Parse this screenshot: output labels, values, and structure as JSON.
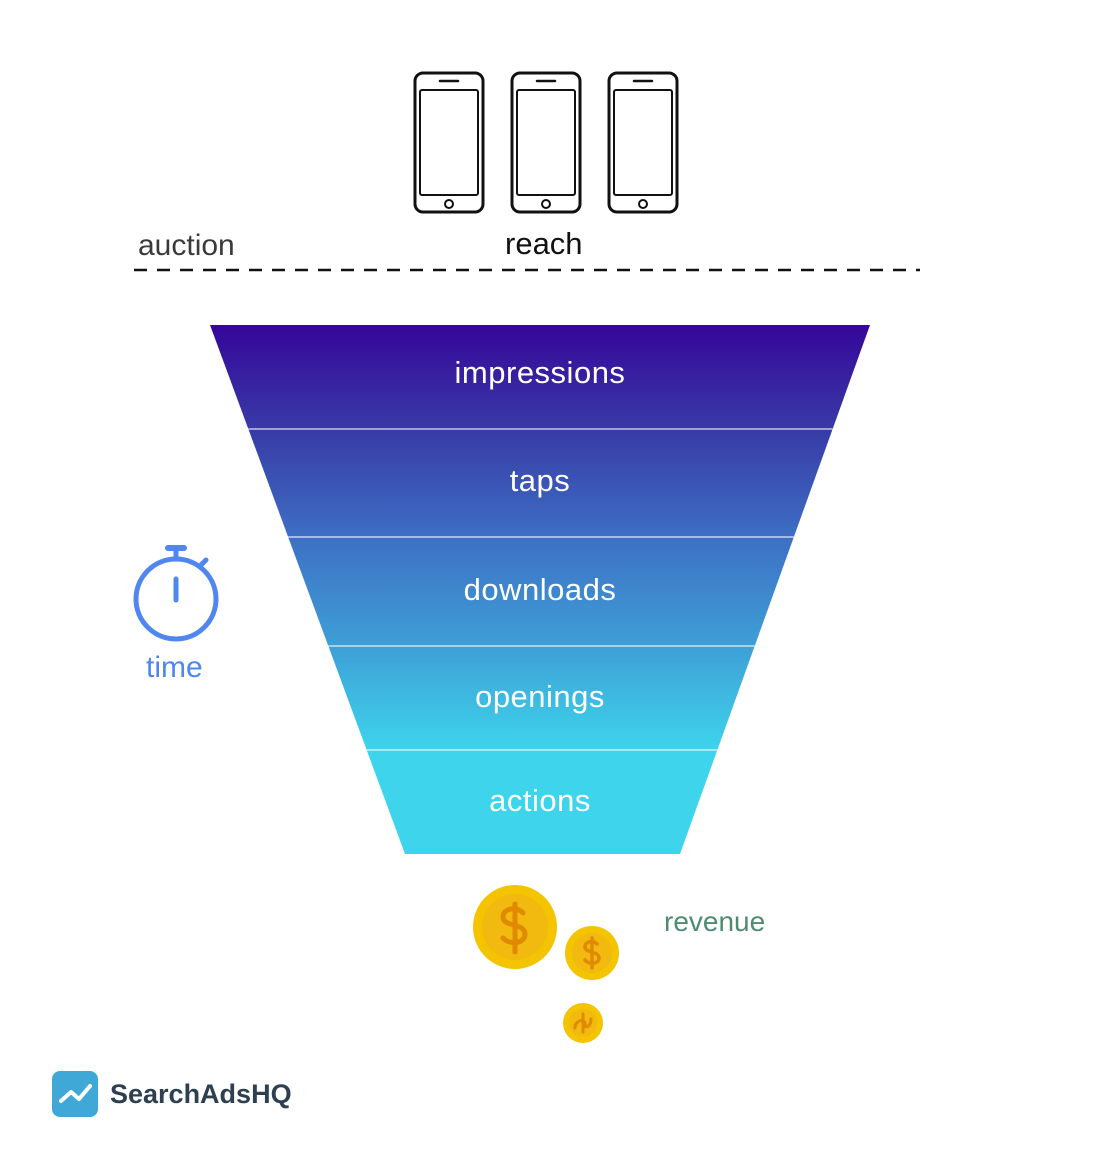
{
  "top": {
    "reach_label": "reach",
    "auction_label": "auction"
  },
  "funnel": {
    "stages": [
      {
        "label": "impressions",
        "color": "#36069a"
      },
      {
        "label": "taps",
        "color": "#383aa6"
      },
      {
        "label": "downloads",
        "color": "#3d6fc4"
      },
      {
        "label": "openings",
        "color": "#3e9fd6"
      },
      {
        "label": "actions",
        "color": "#3dd4ec"
      }
    ]
  },
  "side": {
    "time_label": "time",
    "time_icon": "stopwatch-icon",
    "time_color": "#4f86f0"
  },
  "outcome": {
    "revenue_label": "revenue",
    "coin_icon": "dollar-coin-icon",
    "revenue_color": "#4f8a72"
  },
  "brand": {
    "name": "SearchAdsHQ",
    "logo_color": "#3fa8d6"
  }
}
